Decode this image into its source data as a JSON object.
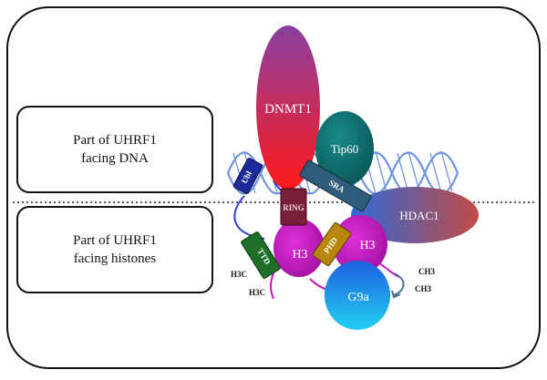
{
  "labels": {
    "dna_box": "Part of UHRF1\nfacing DNA",
    "histone_box": "Part of UHRF1\nfacing histones"
  },
  "proteins": {
    "dnmt1": "DNMT1",
    "tip60": "Tip60",
    "hdac1": "HDAC1",
    "g9a": "G9a",
    "h3_left": "H3",
    "h3_right": "H3"
  },
  "domains": {
    "ubl": "Ubl",
    "sra": "SRA",
    "ring": "RING",
    "ttd": "TTD",
    "phd": "PHD"
  },
  "methyl": {
    "left_top": "H3C",
    "left_bottom": "H3C",
    "right_top": "CH3",
    "right_bottom": "CH3"
  },
  "colors": {
    "dnmt1_top": "#8a3fa0",
    "dnmt1_bottom": "#ff1a1a",
    "tip60": "#0f6e6e",
    "hdac1_left": "#3a6fd0",
    "hdac1_right": "#c0504a",
    "g9a_top": "#1f6fe0",
    "g9a_bottom": "#22c8f0",
    "h3": "#c514c0",
    "ubl": "#1f2a9a",
    "sra": "#2e5c7a",
    "ring": "#7a1f3a",
    "ttd": "#1f6e2a",
    "phd": "#b8860b",
    "dna": "#3d6fd6",
    "linker": "#2b3fd6"
  }
}
